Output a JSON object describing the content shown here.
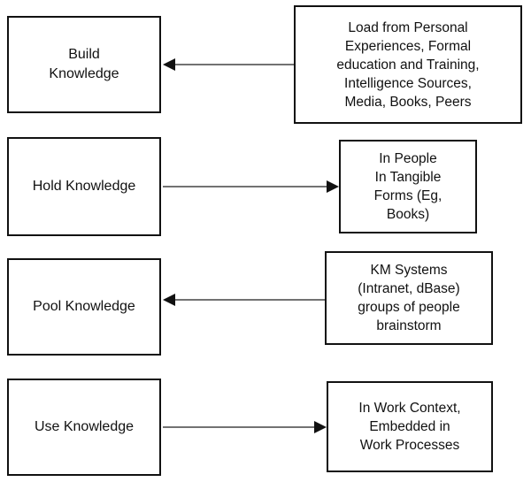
{
  "stages": [
    {
      "label": "Build\nKnowledge",
      "detail": "Load from Personal\nExperiences, Formal\neducation and Training,\nIntelligence Sources,\nMedia, Books, Peers"
    },
    {
      "label": "Hold Knowledge",
      "detail": "In People\nIn Tangible\nForms (Eg,\nBooks)"
    },
    {
      "label": "Pool Knowledge",
      "detail": "KM Systems\n(Intranet, dBase)\ngroups of people\nbrainstorm"
    },
    {
      "label": "Use Knowledge",
      "detail": "In Work Context,\nEmbedded in\nWork  Processes"
    }
  ]
}
